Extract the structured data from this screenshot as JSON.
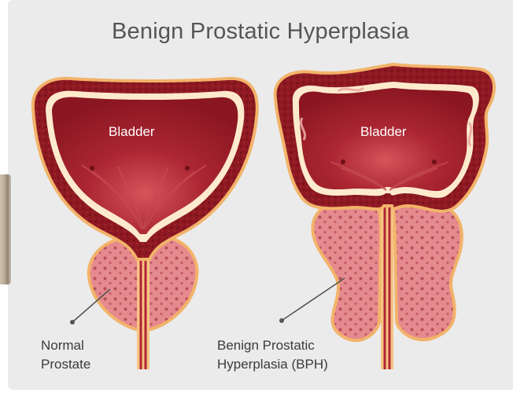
{
  "title": "Benign Prostatic Hyperplasia",
  "left": {
    "organ_label": "Bladder",
    "caption": "Normal\nProstate"
  },
  "right": {
    "organ_label": "Bladder",
    "caption": "Benign Prostatic\nHyperplasia (BPH)"
  },
  "colors": {
    "background": "#ebebeb",
    "title_text": "#555555",
    "bladder_wall": "#8e1922",
    "bladder_inner": "#a0202c",
    "lining": "#fdeacd",
    "outline": "#f2b36a",
    "prostate": "#e58a8e",
    "prostate_dots": "#b84e57",
    "urethra": "#f6c483",
    "pointer": "#555555"
  }
}
